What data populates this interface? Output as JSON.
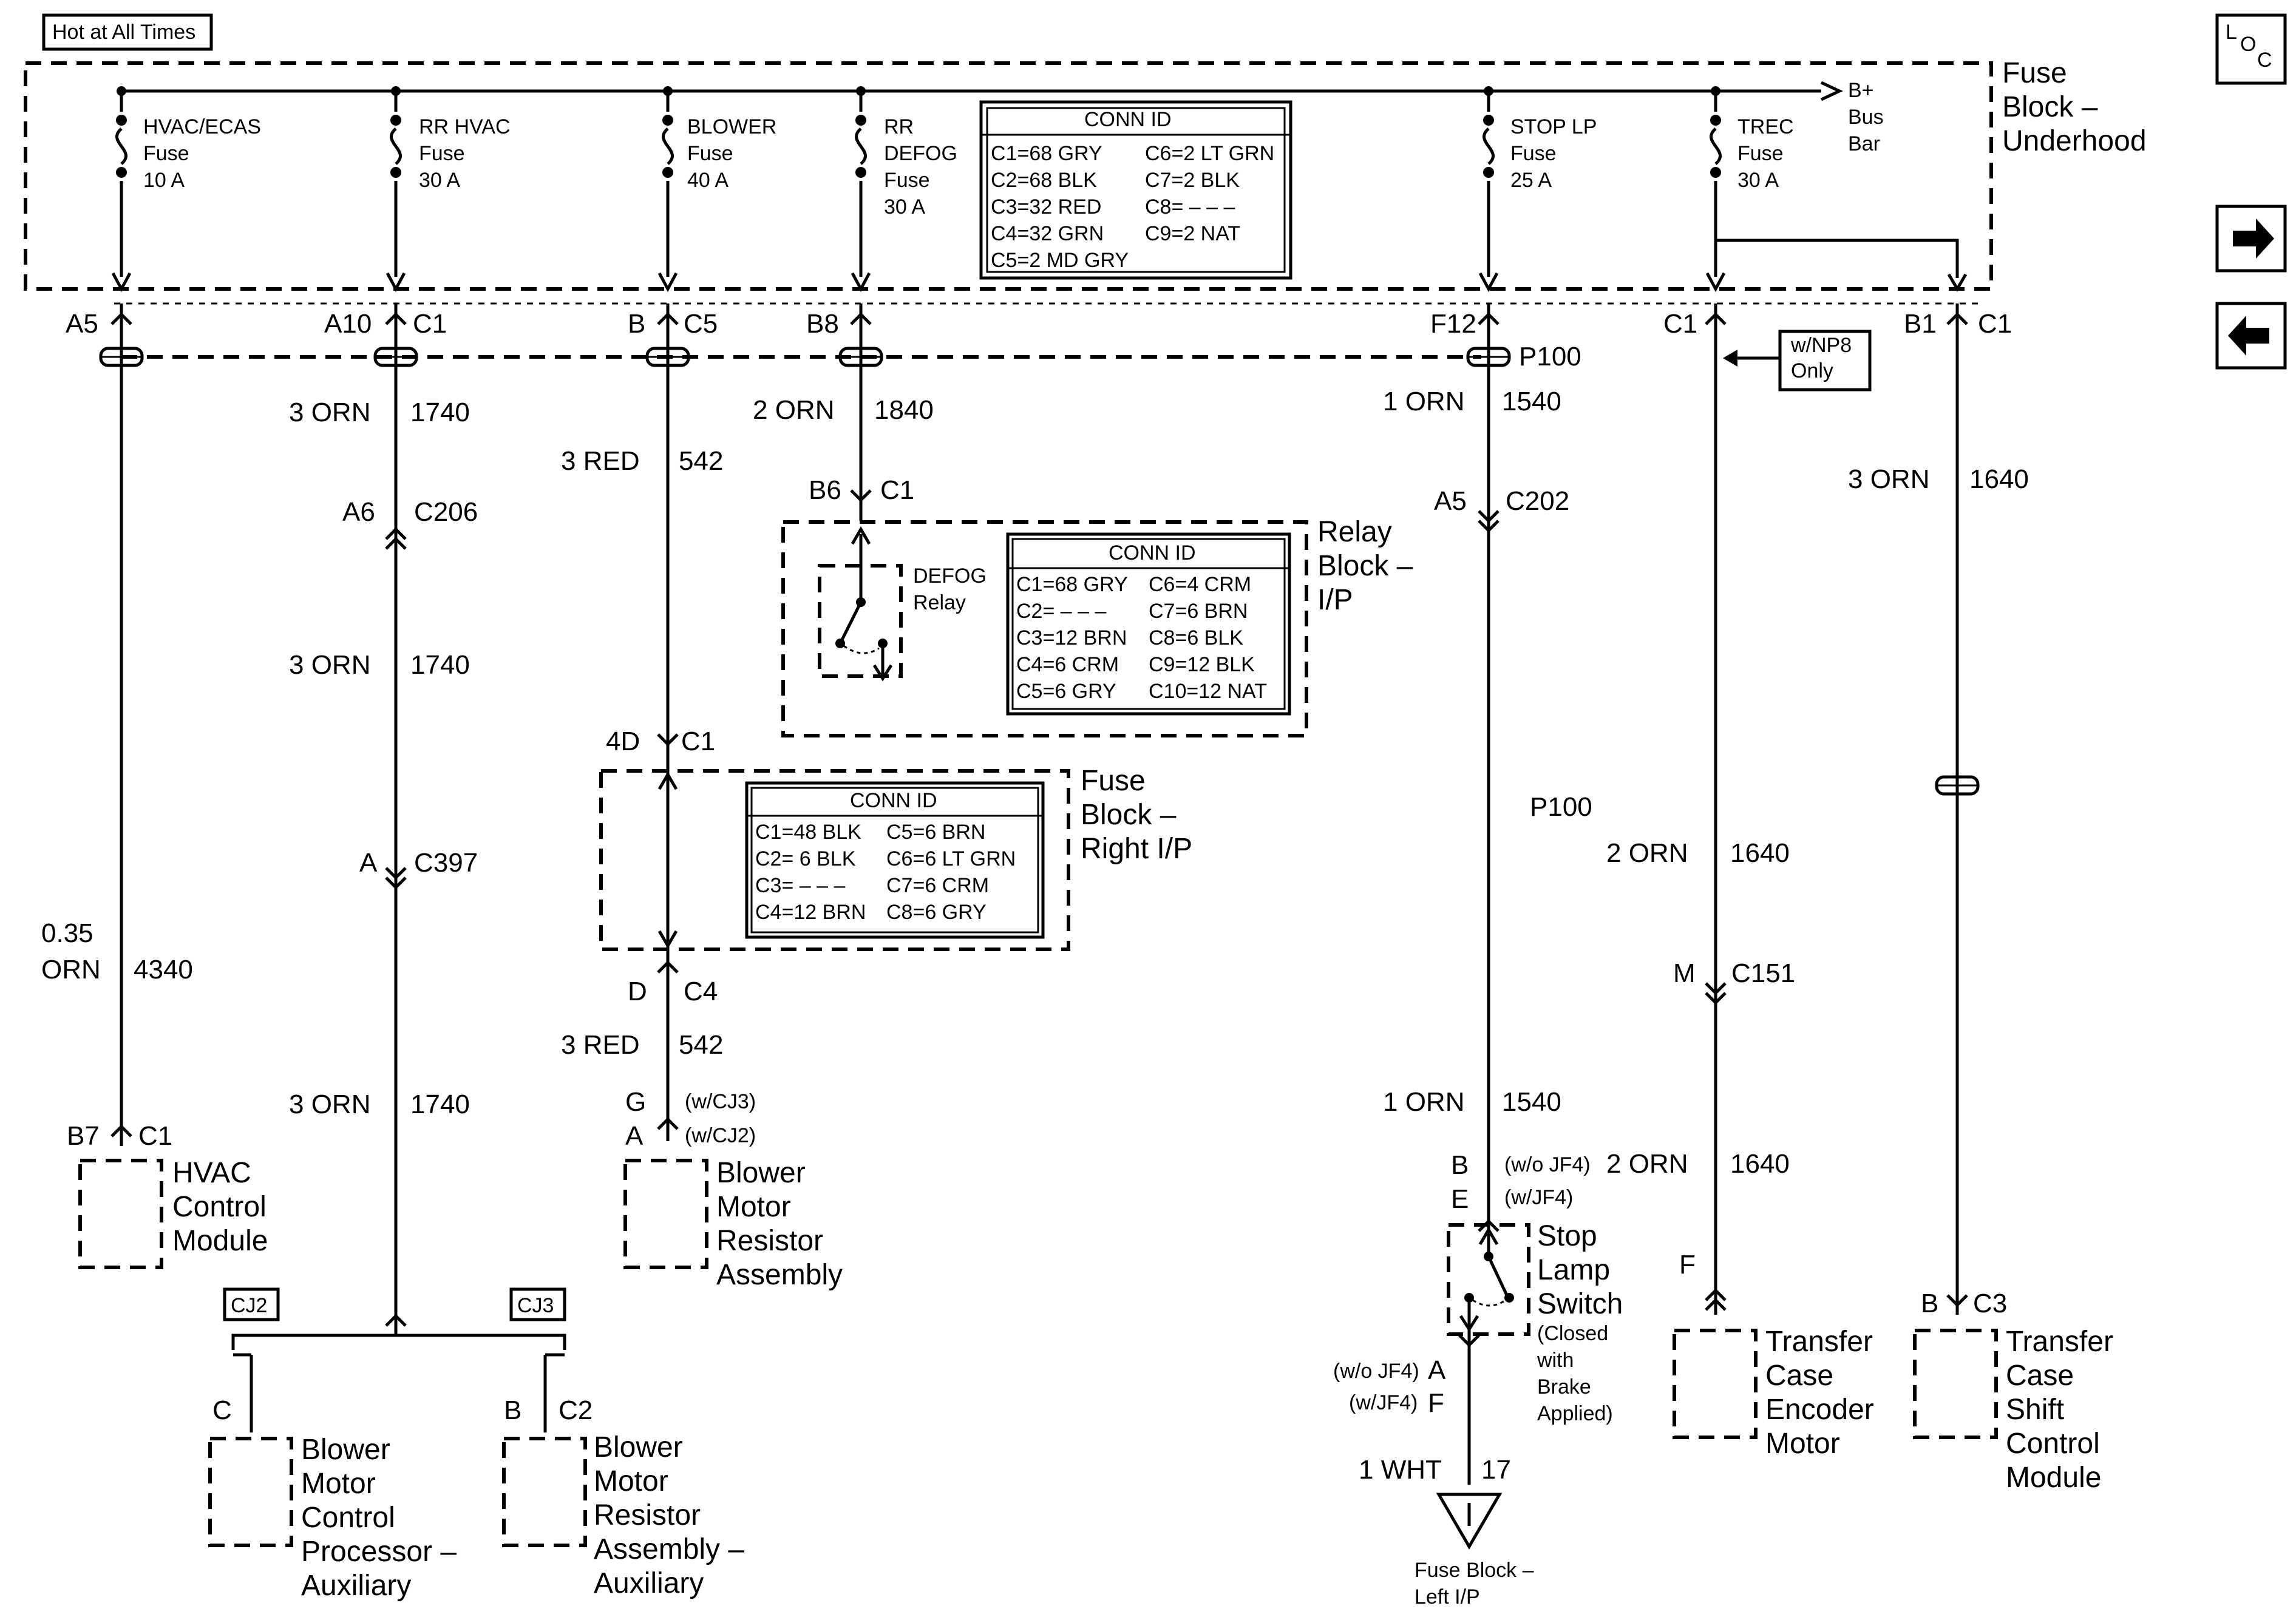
{
  "header": {
    "hot_label": "Hot at All Times",
    "loc_label": "L O C"
  },
  "fuse_block_underhood": {
    "title_lines": [
      "Fuse",
      "Block –",
      "Underhood"
    ],
    "bus_bar_lines": [
      "B+",
      "Bus",
      "Bar"
    ],
    "fuses": [
      {
        "lines": [
          "HVAC/ECAS",
          "Fuse",
          "10 A"
        ]
      },
      {
        "lines": [
          "RR HVAC",
          "Fuse",
          "30 A"
        ]
      },
      {
        "lines": [
          "BLOWER",
          "Fuse",
          "40 A"
        ]
      },
      {
        "lines": [
          "RR",
          "DEFOG",
          "Fuse",
          "30 A"
        ]
      },
      {
        "lines": [
          "STOP LP",
          "Fuse",
          "25 A"
        ]
      },
      {
        "lines": [
          "TREC",
          "Fuse",
          "30 A"
        ]
      }
    ],
    "conn_id": {
      "title": "CONN ID",
      "left": [
        "C1=68 GRY",
        "C2=68 BLK",
        "C3=32 RED",
        "C4=32 GRN",
        "C5=2 MD GRY"
      ],
      "right": [
        "C6=2 LT GRN",
        "C7=2 BLK",
        "C8= – – –",
        "C9=2 NAT"
      ]
    }
  },
  "relay_block": {
    "title_lines": [
      "Relay",
      "Block –",
      "I/P"
    ],
    "relay_lines": [
      "DEFOG",
      "Relay"
    ],
    "conn_id": {
      "title": "CONN ID",
      "left": [
        "C1=68 GRY",
        "C2= – – –",
        "C3=12 BRN",
        "C4=6 CRM",
        "C5=6 GRY"
      ],
      "right": [
        "C6=4 CRM",
        "C7=6 BRN",
        "C8=6 BLK",
        "C9=12 BLK",
        "C10=12 NAT"
      ]
    }
  },
  "fuse_block_right": {
    "title_lines": [
      "Fuse",
      "Block –",
      "Right I/P"
    ],
    "conn_id": {
      "title": "CONN ID",
      "left": [
        "C1=48 BLK",
        "C2= 6 BLK",
        "C3= – – –",
        "C4=12 BRN"
      ],
      "right": [
        "C5=6 BRN",
        "C6=6 LT GRN",
        "C7=6 CRM",
        "C8=6 GRY"
      ]
    }
  },
  "connectors": {
    "a5": "A5",
    "a10": "A10",
    "c1": "C1",
    "b": "B",
    "c5": "C5",
    "b8": "B8",
    "f12": "F12",
    "p100": "P100",
    "b1": "B1",
    "a6": "A6",
    "c206": "C206",
    "b6": "B6",
    "a5b": "A5",
    "c202": "C202",
    "d4": "4D",
    "a": "A",
    "c397": "C397",
    "d": "D",
    "c4": "C4",
    "g": "G",
    "w_cj3": "(w/CJ3)",
    "w_cj2": "(w/CJ2)",
    "b7": "B7",
    "m": "M",
    "c151": "C151",
    "bj": "B",
    "e": "E",
    "wo_jf4": "(w/o JF4)",
    "w_jf4": "(w/JF4)",
    "af": "A",
    "ff": "F",
    "wo_jf4b": "(w/o JF4)",
    "w_jf4b": "(w/JF4)",
    "f": "F",
    "b3": "B",
    "c3": "C3",
    "c": "C",
    "bc2": "B",
    "c2": "C2",
    "cj2": "CJ2",
    "cj3": "CJ3",
    "np8_lines": [
      "w/NP8",
      "Only"
    ]
  },
  "wires": {
    "w1740a": [
      "3 ORN",
      "1740"
    ],
    "w542a": [
      "3 RED",
      "542"
    ],
    "w1840": [
      "2 ORN",
      "1840"
    ],
    "w1540a": [
      "1 ORN",
      "1540"
    ],
    "w1640a": [
      "3 ORN",
      "1640"
    ],
    "w1740b": [
      "3 ORN",
      "1740"
    ],
    "w4340": [
      "0.35",
      "ORN",
      "4340"
    ],
    "w1640b": [
      "2 ORN",
      "1640"
    ],
    "w542b": [
      "3 RED",
      "542"
    ],
    "w1740c": [
      "3 ORN",
      "1740"
    ],
    "w1540b": [
      "1 ORN",
      "1540"
    ],
    "w1640c": [
      "2 ORN",
      "1640"
    ],
    "w17": [
      "1 WHT",
      "17"
    ]
  },
  "components": {
    "hvac": [
      "HVAC",
      "Control",
      "Module"
    ],
    "blower_resistor": [
      "Blower",
      "Motor",
      "Resistor",
      "Assembly"
    ],
    "stop_lamp": [
      "Stop",
      "Lamp",
      "Switch"
    ],
    "stop_note": [
      "(Closed",
      "with",
      "Brake",
      "Applied)"
    ],
    "fuse_left": [
      "Fuse Block –",
      "Left I/P"
    ],
    "encoder": [
      "Transfer",
      "Case",
      "Encoder",
      "Motor"
    ],
    "shift": [
      "Transfer",
      "Case",
      "Shift",
      "Control",
      "Module"
    ],
    "bmcp": [
      "Blower",
      "Motor",
      "Control",
      "Processor –",
      "Auxiliary"
    ],
    "bmra": [
      "Blower",
      "Motor",
      "Resistor",
      "Assembly –",
      "Auxiliary"
    ]
  }
}
